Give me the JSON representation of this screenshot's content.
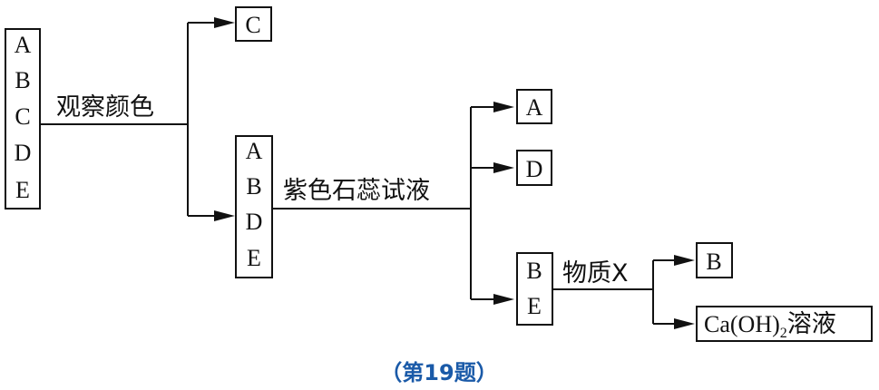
{
  "diagram": {
    "start_box": {
      "letters": [
        "A",
        "B",
        "C",
        "D",
        "E"
      ]
    },
    "step1_label": "观察颜色",
    "result_C": "C",
    "mid_box": {
      "letters": [
        "A",
        "B",
        "D",
        "E"
      ]
    },
    "step2_label": "紫色石蕊试液",
    "result_A": "A",
    "result_D": "D",
    "be_box": {
      "letters": [
        "B",
        "E"
      ]
    },
    "step3_label": "物质X",
    "result_B": "B",
    "result_caoh2": {
      "prefix": "Ca(OH)",
      "subscript": "2",
      "suffix": "溶液"
    }
  },
  "caption": "（第19题）",
  "colors": {
    "line": "#111111",
    "caption": "#1a5aa8"
  }
}
